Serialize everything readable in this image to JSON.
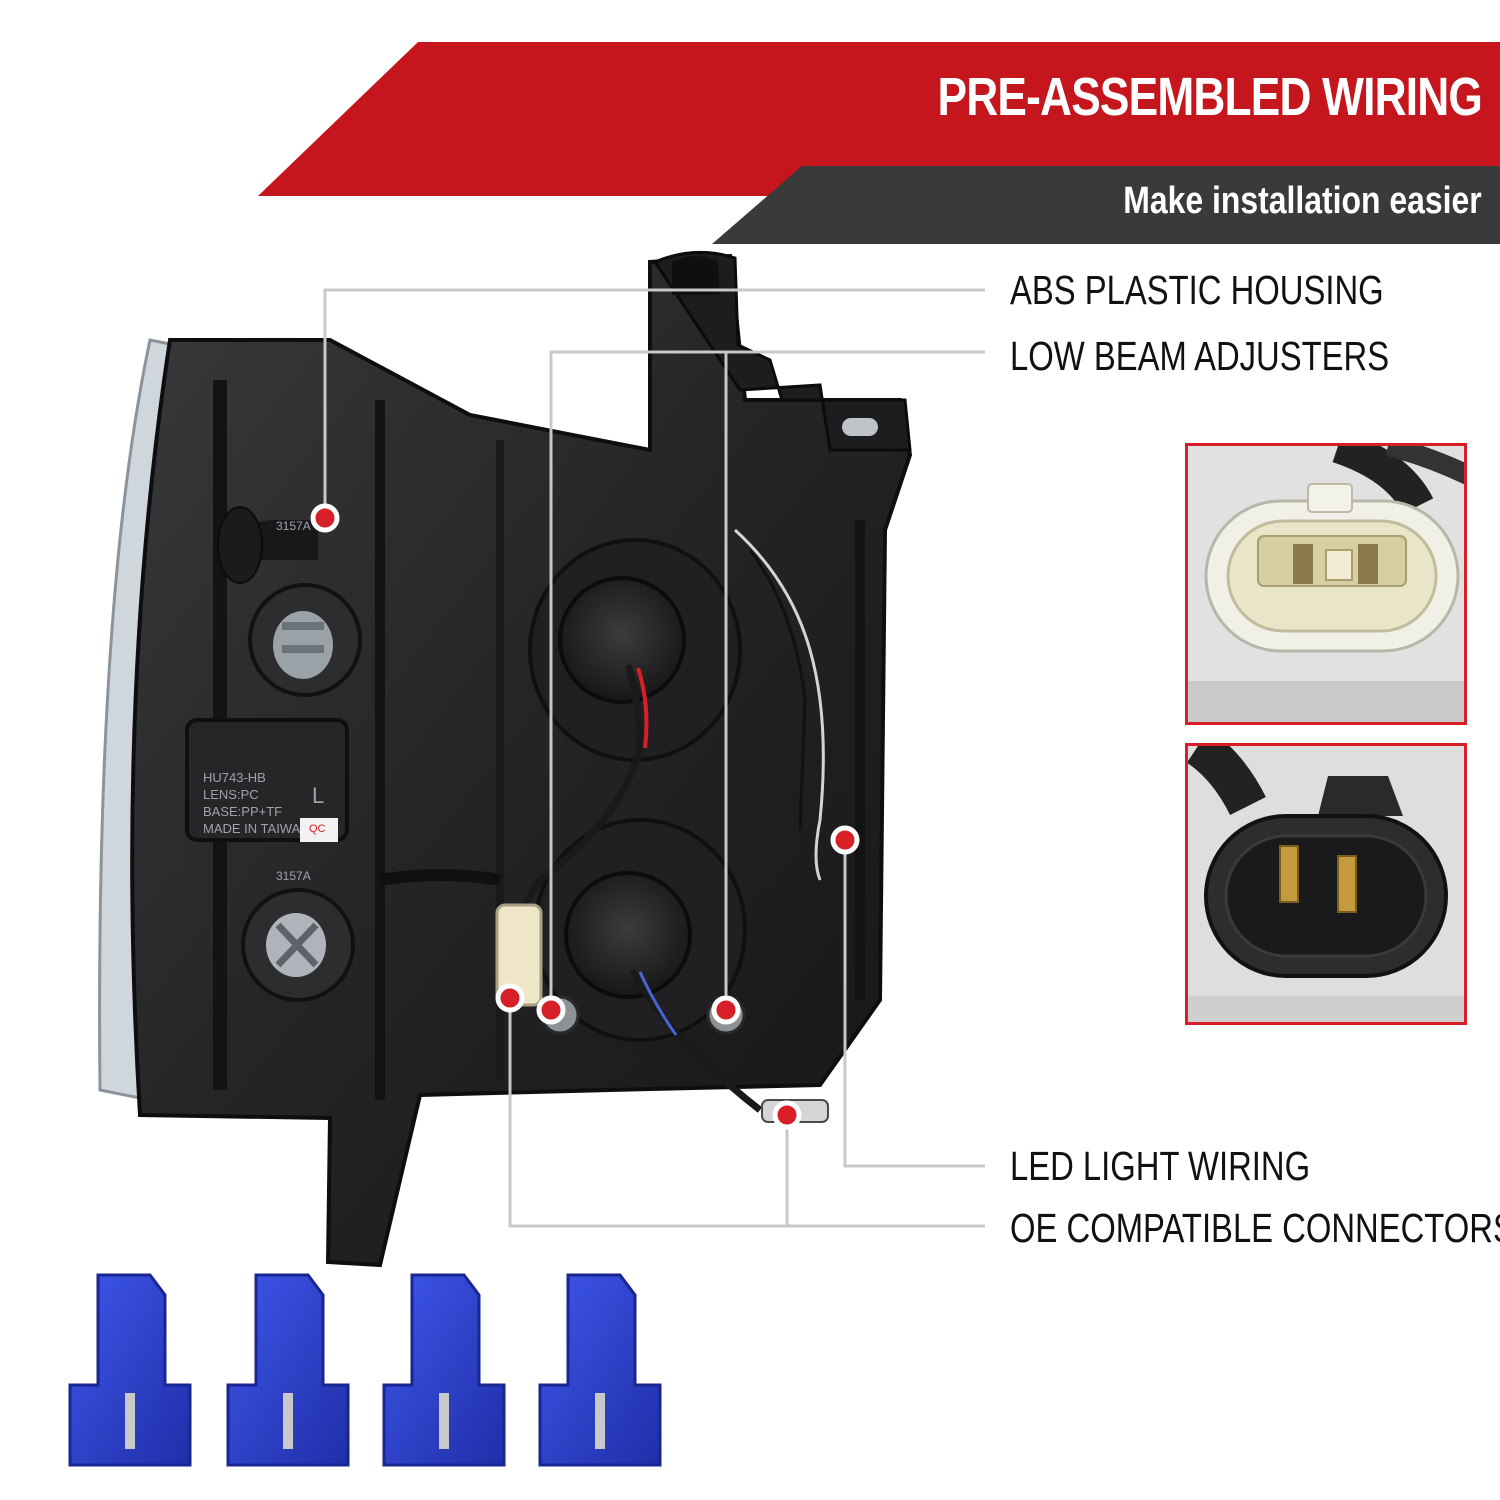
{
  "banner": {
    "title": "PRE-ASSEMBLED WIRING",
    "subtitle": "Make installation easier",
    "title_bg": "#c4161c",
    "subtitle_bg": "#3a3a3a"
  },
  "callouts": [
    {
      "label": "ABS PLASTIC HOUSING"
    },
    {
      "label": "LOW BEAM ADJUSTERS"
    },
    {
      "label": "LED LIGHT WIRING"
    },
    {
      "label": "OE COMPATIBLE CONNECTORS"
    }
  ],
  "housing_markings": {
    "label_lines": [
      "HU743-HB",
      "LENS:PC",
      "BASE:PP+TF",
      "MADE IN TAIWAN"
    ],
    "side": "L",
    "bulb_code_upper": "3157A",
    "bulb_code_lower": "3157A",
    "qc": "QC"
  },
  "colors": {
    "accent_red": "#d61f26",
    "housing": "#2a2a2c",
    "connector_blue": "#2a3fd0",
    "leader_line": "#c8c8c8"
  },
  "icons": [
    "female-connector-icon",
    "male-connector-icon",
    "wire-tap-connector-icon"
  ]
}
